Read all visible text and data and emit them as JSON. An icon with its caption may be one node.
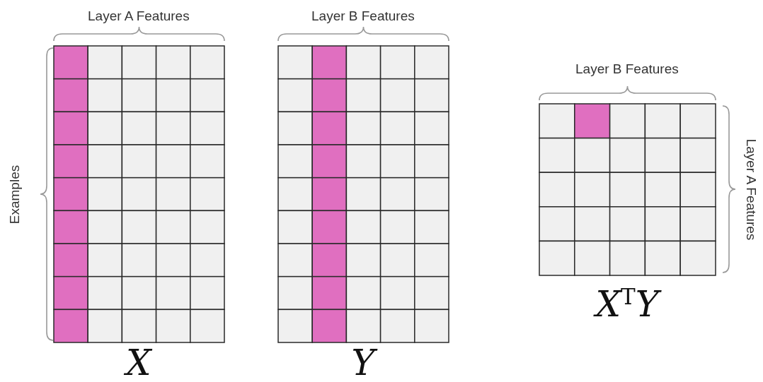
{
  "diagram": {
    "labels": [
      "Layer A Features",
      "Examples",
      "X",
      "Layer B Features",
      "Y",
      "Layer B Features",
      "Layer A Features",
      "X$^{T}$Y"
    ]
  }
}
